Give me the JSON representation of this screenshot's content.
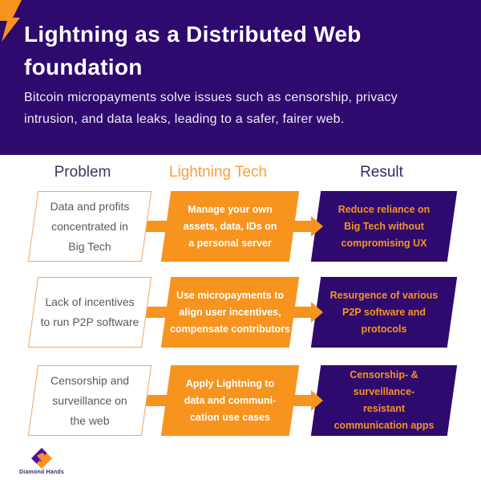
{
  "header": {
    "title": "Lightning as a Distributed Web\nfoundation",
    "subtitle": "Bitcoin micropayments solve issues such as censorship, privacy\nintrusion, and data leaks, leading to a safer, fairer web."
  },
  "columns": [
    {
      "label": "Problem"
    },
    {
      "label": "Lightning Tech"
    },
    {
      "label": "Result"
    }
  ],
  "rows": [
    {
      "problem": "Data and profits\nconcentrated in\nBig Tech",
      "tech": "Manage your own\nassets, data, IDs on\na personal server",
      "result": "Reduce reliance on\nBig Tech without\ncompromising UX"
    },
    {
      "problem": "Lack of incentives\nto run P2P software",
      "tech": "Use micropayments to\nalign user incentives,\ncompensate contributors",
      "result": "Resurgence of various\nP2P software and\nprotocols"
    },
    {
      "problem": "Censorship and\nsurveillance on\nthe web",
      "tech": "Apply Lightning to\ndata and communi-\ncation use cases",
      "result": "Censorship- &\nsurveillance-\nresistant\ncommunication apps"
    }
  ],
  "footer": {
    "logo_text": "Diamond Hands"
  },
  "colors": {
    "purple": "#2E0A6E",
    "orange": "#F7941E",
    "problem_text_gray": "#595959"
  }
}
